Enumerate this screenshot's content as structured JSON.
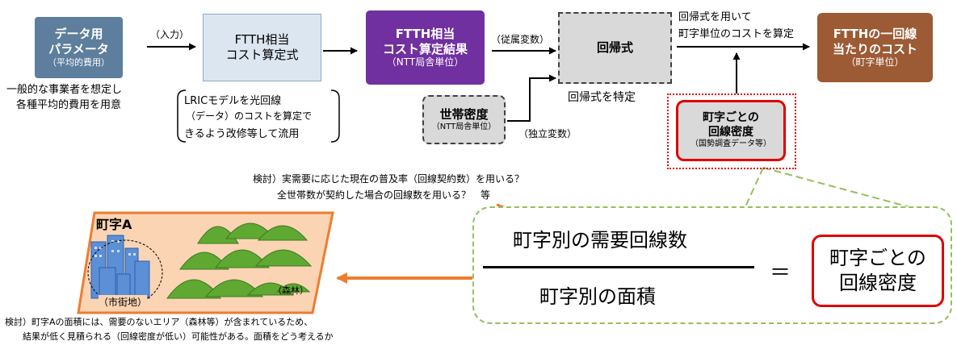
{
  "boxes": {
    "data_params": {
      "line1": "データ用",
      "line2": "パラメータ",
      "sub": "（平均的費用）"
    },
    "ftth_formula": {
      "line1": "FTTH相当",
      "line2": "コスト算定式"
    },
    "ftth_result": {
      "line1": "FTTH相当",
      "line2": "コスト算定結果",
      "sub": "（NTT局舎単位）"
    },
    "regression": {
      "label": "回帰式"
    },
    "household_density": {
      "label": "世帯密度",
      "sub": "（NTT局舎単位）"
    },
    "town_density": {
      "line1": "町字ごとの",
      "line2": "回線密度",
      "sub": "（国勢調査データ等）"
    },
    "per_line_cost": {
      "line1": "FTTHの一回線",
      "line2": "当たりのコスト",
      "sub": "（町字単位）"
    }
  },
  "labels": {
    "input": "（入力）",
    "dependent_var": "（従属変数）",
    "independent_var": "（独立変数）",
    "regression_identify": "回帰式を特定",
    "apply_regression_1": "回帰式を用いて",
    "apply_regression_2": "町字単位のコストを算定",
    "assume_1": "一般的な事業者を想定し",
    "assume_2": "各種平均的費用を用意",
    "lric_1": "LRICモデルを光回線",
    "lric_2": "（データ）のコストを算定で",
    "lric_3": "きるよう改修等して流用",
    "consider_top_1": "検討）実需要に応じた現在の普及率（回線契約数）を用いる？",
    "consider_top_2": "全世帯数が契約した場合の回線数を用いる？　等",
    "consider_bottom_1": "検討）町字Aの面積には、需要のないエリア（森林等）が含まれているため、",
    "consider_bottom_2": "結果が低く見積られる（回線密度が低い）可能性がある。面積をどう考えるか"
  },
  "formula": {
    "numerator": "町字別の需要回線数",
    "denominator": "町字別の面積",
    "equals": "＝",
    "result_1": "町字ごとの",
    "result_2": "回線密度"
  },
  "map": {
    "title": "町字A",
    "urban": "（市街地）",
    "forest": "（森林）"
  },
  "colors": {
    "data_params": "#5d7e9d",
    "ftth_formula": "#dce6f1",
    "ftth_result": "#7030a0",
    "gray_box": "#d9d9d9",
    "per_line_cost": "#9c5a35",
    "red": "#e00000",
    "green_dash": "#92c05a",
    "orange": "#ed7d31",
    "map_bg": "#fbd4b4"
  }
}
